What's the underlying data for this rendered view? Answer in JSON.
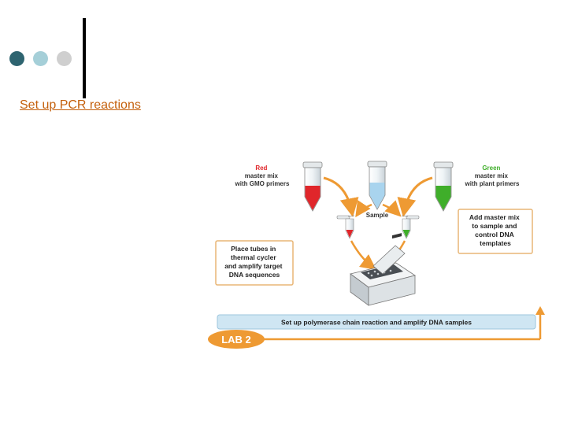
{
  "slide": {
    "link_text": "Set up PCR reactions",
    "dot_colors": [
      "#2e6470",
      "#a5cfd8",
      "#cfcfcf"
    ]
  },
  "figure": {
    "red_label": [
      "Red",
      "master mix",
      "with GMO primers"
    ],
    "green_label": [
      "Green",
      "master mix",
      "with plant primers"
    ],
    "sample_label": "Sample",
    "add_box": [
      "Add master mix",
      "to sample and",
      "control DNA",
      "templates"
    ],
    "place_box": [
      "Place tubes in",
      "thermal cycler",
      "and amplify target",
      "DNA sequences"
    ],
    "banner": "Set up polymerase chain reaction and amplify DNA samples",
    "lab_badge": "LAB 2",
    "colors": {
      "red": "#e0262b",
      "green": "#3fae2a",
      "orange": "#ee9a33",
      "box_border": "#e8b676",
      "banner_fill": "#cfe6f3",
      "sample_blue": "#a9d4ee"
    }
  }
}
